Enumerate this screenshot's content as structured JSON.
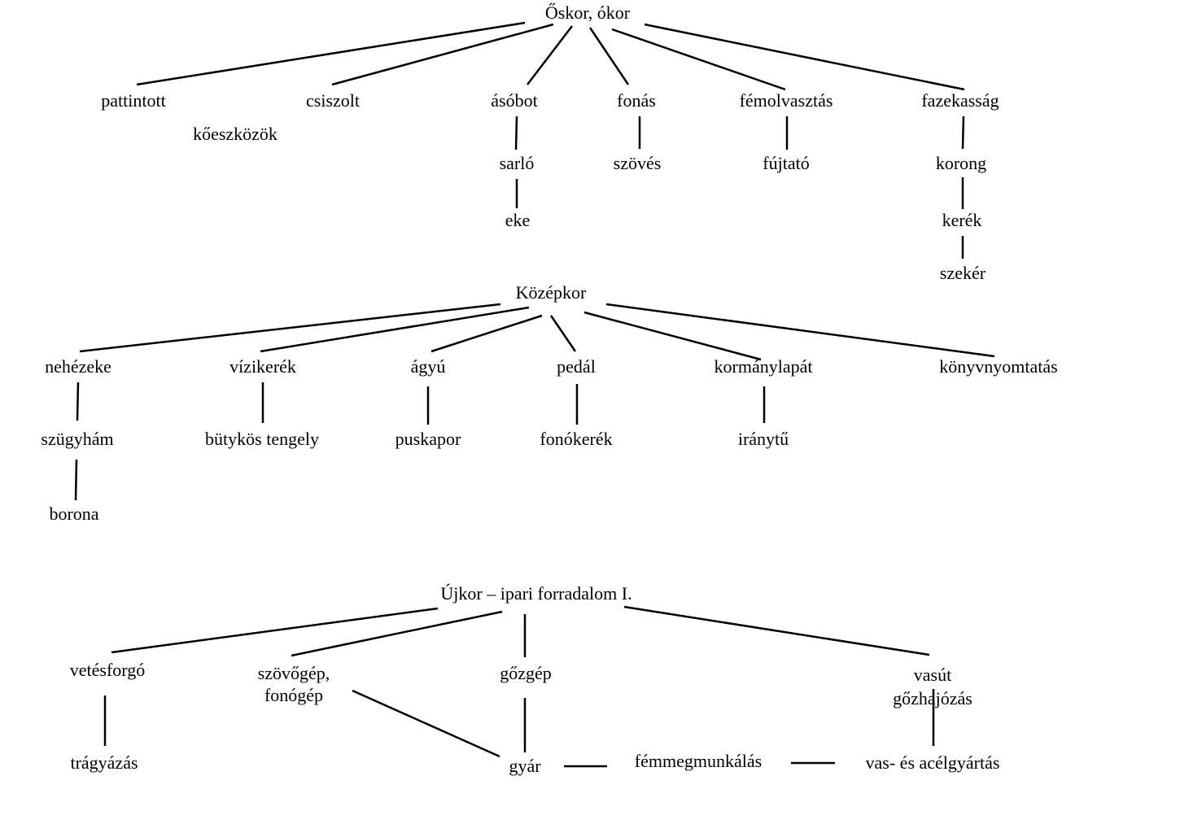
{
  "ancient": {
    "title": "Őskor, ókor",
    "pattintott": "pattintott",
    "csiszolt": "csiszolt",
    "koeszkozok": "kőeszközök",
    "asobot": "ásóbot",
    "sarlo": "sarló",
    "eke": "eke",
    "fonas": "fonás",
    "szoves": "szövés",
    "femolvasztas": "fémolvasztás",
    "fujtato": "fújtató",
    "fazekassag": "fazekasság",
    "korong": "korong",
    "kerek": "kerék",
    "szeker": "szekér"
  },
  "medieval": {
    "title": "Középkor",
    "nehezeke": "nehézeke",
    "szugyham": "szügyhám",
    "borona": "borona",
    "vizikerek": "vízikerék",
    "butykos": "bütykös tengely",
    "agyu": "ágyú",
    "puskapor": "puskapor",
    "pedal": "pedál",
    "fonokerek": "fonókerék",
    "kormanylapat": "kormánylapát",
    "iranytu": "iránytű",
    "konyvnyomtatas": "könyvnyomtatás"
  },
  "modern": {
    "title": "Újkor – ipari forradalom I.",
    "vetesforgo": "vetésforgó",
    "tragyazas": "trágyázás",
    "szovogep_line1": "szövőgép,",
    "szovogep_line2": "fonógép",
    "gozgep": "gőzgép",
    "gyar": "gyár",
    "femmegmunkalas": "fémmegmunkálás",
    "vasut_line1": "vasút",
    "vasut_line2": "gőzhajózás",
    "vasacel": "vas- és acélgyártás"
  }
}
